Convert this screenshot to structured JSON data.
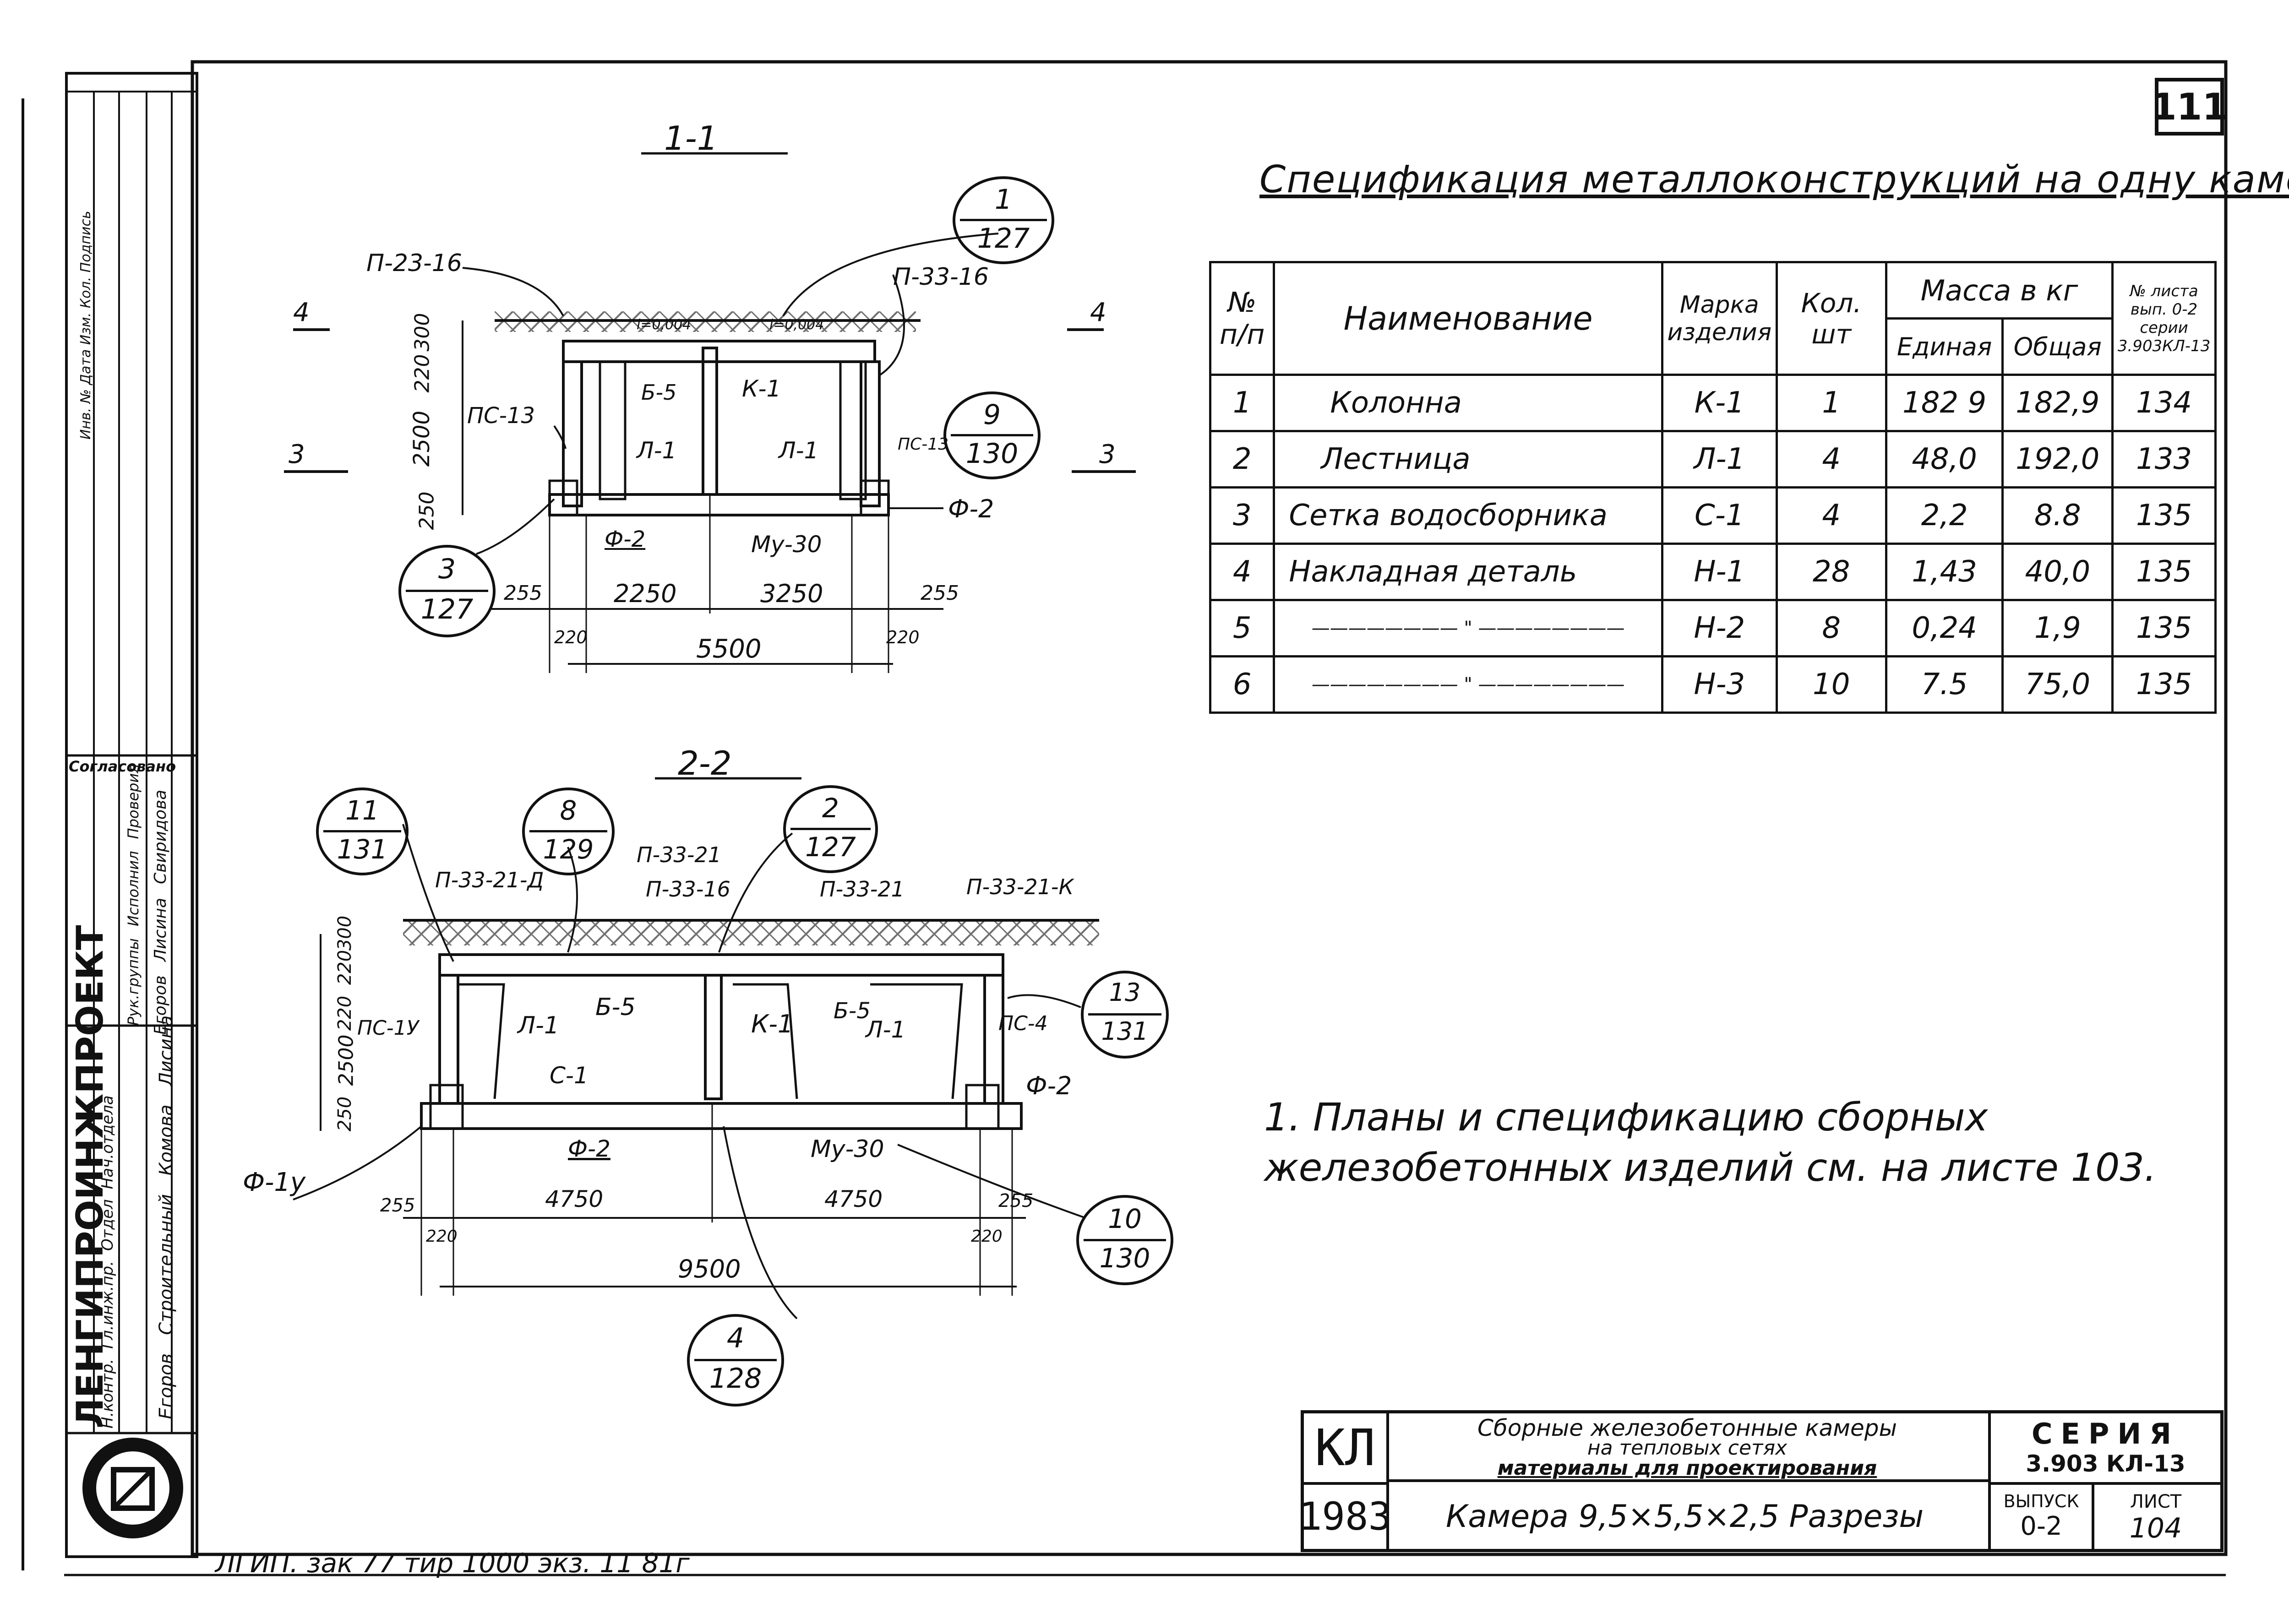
{
  "sheet_number_top": "111",
  "spec_title": "Спецификация металлоконструкций на одну камеру",
  "spec_table": {
    "headers": {
      "num": "№ п/п",
      "name": "Наименование",
      "mark": "Марка изделия",
      "qty": "Кол. шт",
      "mass": "Масса в кг",
      "unit": "Единая",
      "total": "Общая",
      "sheet": "№ листа вып. 0-2 серии 3.903КЛ-13"
    },
    "rows": [
      {
        "n": "1",
        "name": "Колонна",
        "mark": "К-1",
        "qty": "1",
        "unit": "182 9",
        "total": "182,9",
        "sheet": "134"
      },
      {
        "n": "2",
        "name": "Лестница",
        "mark": "Л-1",
        "qty": "4",
        "unit": "48,0",
        "total": "192,0",
        "sheet": "133"
      },
      {
        "n": "3",
        "name": "Сетка водосборника",
        "mark": "С-1",
        "qty": "4",
        "unit": "2,2",
        "total": "8.8",
        "sheet": "135"
      },
      {
        "n": "4",
        "name": "Накладная деталь",
        "mark": "Н-1",
        "qty": "28",
        "unit": "1,43",
        "total": "40,0",
        "sheet": "135"
      },
      {
        "n": "5",
        "name": "———————— \" ————————",
        "mark": "Н-2",
        "qty": "8",
        "unit": "0,24",
        "total": "1,9",
        "sheet": "135"
      },
      {
        "n": "6",
        "name": "———————— \" ————————",
        "mark": "Н-3",
        "qty": "10",
        "unit": "7.5",
        "total": "75,0",
        "sheet": "135"
      }
    ]
  },
  "note": "1. Планы и спецификацию сборных железобетонных изделий см. на листе 103.",
  "section_1": {
    "title": "1-1",
    "labels": {
      "p23": "П-23-16",
      "p33": "П-33-16",
      "ps13a": "ПС-13",
      "ps13b": "ПС-13",
      "b5": "Б-5",
      "k1": "К-1",
      "l1a": "Л-1",
      "l1b": "Л-1",
      "f2a": "Ф-2",
      "f2b": "Ф-2",
      "mu30": "Му-30",
      "i1": "i=0,004",
      "i2": "i=0,004",
      "cut4l": "4",
      "cut4r": "4",
      "cut3l": "3",
      "cut3r": "3"
    },
    "dims": {
      "d300": "300",
      "d220": "220",
      "d2500": "2500",
      "d250": "250",
      "d255a": "255",
      "d2250": "2250",
      "d3250": "3250",
      "d255b": "255",
      "d220a": "220",
      "d220b": "220",
      "d5500": "5500"
    },
    "bubbles": [
      {
        "top": "1",
        "bottom": "127"
      },
      {
        "top": "9",
        "bottom": "130"
      },
      {
        "top": "3",
        "bottom": "127"
      }
    ]
  },
  "section_2": {
    "title": "2-2",
    "labels": {
      "p3321d": "П-33-21-Д",
      "p3321": "П-33-21",
      "p3316": "П-33-16",
      "p3321b": "П-33-21",
      "p3321k": "П-33-21-К",
      "ps1y": "ПС-1У",
      "ps4": "ПС-4",
      "l1a": "Л-1",
      "l1b": "Л-1",
      "b5a": "Б-5",
      "b5b": "Б-5",
      "k1": "К-1",
      "c1": "С-1",
      "f2a": "Ф-2",
      "f2b": "Ф-2",
      "f1y": "Ф-1у",
      "mu30": "Му-30"
    },
    "dims": {
      "d300": "300",
      "d220": "220",
      "d220b": "220",
      "d2500": "2500",
      "d250": "250",
      "d255a": "255",
      "d4750a": "4750",
      "d4750b": "4750",
      "d255b": "255",
      "d220c": "220",
      "d220d": "220",
      "d9500": "9500"
    },
    "bubbles": [
      {
        "top": "11",
        "bottom": "131"
      },
      {
        "top": "8",
        "bottom": "129"
      },
      {
        "top": "2",
        "bottom": "127"
      },
      {
        "top": "13",
        "bottom": "131"
      },
      {
        "top": "10",
        "bottom": "130"
      },
      {
        "top": "4",
        "bottom": "128"
      }
    ]
  },
  "title_block": {
    "code": "КЛ",
    "year": "1983",
    "desc_line1": "Сборные железобетонные камеры",
    "desc_line2": "на тепловых сетях",
    "desc_line3": "материалы для проектирования",
    "sheet_title": "Камера 9,5×5,5×2,5 Разрезы",
    "series_label": "Серия",
    "series_value": "3.903 КЛ-13",
    "issue_label": "Выпуск",
    "issue_value": "0-2",
    "sheet_label": "Лист",
    "sheet_value": "104"
  },
  "left_stamp": {
    "org": "ЛЕНГИПРОИНЖПРОЕКТ",
    "agreed": "Согласовано",
    "col_headers": "Инв. № Дата Изм. Кол. Подпись",
    "roles": [
      "Н.контр.",
      "Гл.инж.пр.",
      "Отдел",
      "Нач.отдела",
      "Рук.группы",
      "Исполнил",
      "Проверил"
    ],
    "names": [
      "Егоров",
      "Егоров",
      "Строительный",
      "Комова",
      "Лисина",
      "Лисина",
      "Свиридова"
    ]
  },
  "print_stamp": "ЛГИП. зак 77 тир 1000 экз. 11 81г"
}
